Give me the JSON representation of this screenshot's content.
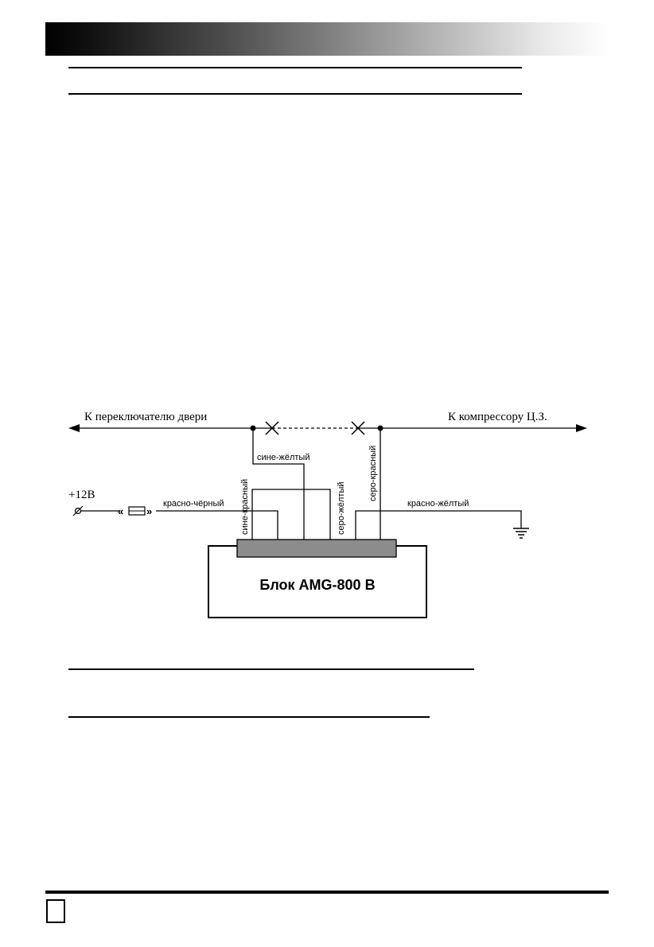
{
  "diagram": {
    "left_label": "К переключателю двери",
    "right_label": "К компрессору Ц.З.",
    "power_label": "+12В",
    "wire_red_black": "красно-чёрный",
    "wire_blue_red": "сине-красный",
    "wire_blue_yellow": "сине-жёлтый",
    "wire_gray_yellow": "серо-жёлтый",
    "wire_gray_red": "серо-красный",
    "wire_red_yellow": "красно-жёлтый",
    "block_label": "Блок AMG-800 B"
  }
}
